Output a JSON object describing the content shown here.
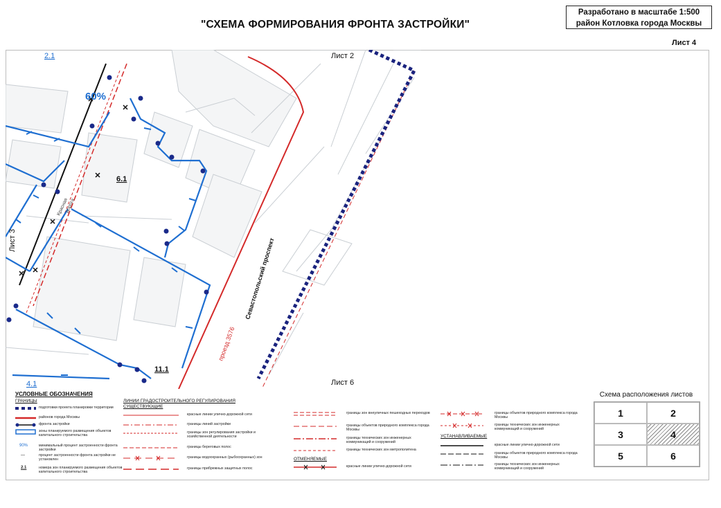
{
  "header": {
    "title": "\"СХЕМА ФОРМИРОВАНИЯ ФРОНТА ЗАСТРОЙКИ\"",
    "scale_line1": "Разработано в масштабе 1:500",
    "scale_line2": "район Котловка города Москвы",
    "sheet": "Лист 4"
  },
  "map": {
    "neighbor_top": "Лист 2",
    "neighbor_left": "Лист 3",
    "neighbor_bottom": "Лист 6",
    "zone_a": "2.1",
    "zone_b": "6.1",
    "zone_c": "11.1",
    "zone_d": "4.1",
    "percent": "60%",
    "street": "Севастопольский проспект",
    "passage": "проезд 3576",
    "road_left": "Красная",
    "road_left2": "дорога",
    "colors": {
      "blue": "#1f6fd1",
      "red": "#d42a2a",
      "black": "#111111",
      "navy": "#1a237e",
      "base": "#c9ced3"
    }
  },
  "legend": {
    "title": "УСЛОВНЫЕ ОБОЗНАЧЕНИЯ",
    "borders_head": "ГРАНИЦЫ",
    "lines_head": "ЛИНИИ ГРАДОСТРОИТЕЛЬНОГО РЕГУЛИРОВАНИЯ",
    "existing_head": "СУЩЕСТВУЮЩИЕ",
    "established_head": "УСТАНАВЛИВАЕМЫЕ",
    "cancelled_head": "ОТМЕНЯЕМЫЕ",
    "col1": [
      "подготовки проекта планировки территории",
      "районов города Москвы",
      "фронта застройки",
      "зоны планируемого размещения объектов капитального строительства",
      "минимальный процент застроенности фронта застройки",
      "процент застроенности фронта застройки не установлен",
      "номера зон планируемого размещения объектов капитального строительства"
    ],
    "col1_sym_pct": "90%",
    "col1_sym_num": "2.1",
    "col2": [
      "красные линии улично-дорожной сети",
      "границы линий застройки",
      "границы зон регулирования застройки и хозяйственной деятельности",
      "границы береговых полос",
      "границы водоохранных (рыбоохранных) зон",
      "границы прибрежных защитных полос"
    ],
    "col3": [
      "границы зон внеуличных пешеходных переходов",
      "границы объектов природного комплекса города Москвы",
      "границы технических зон инженерных коммуникаций и сооружений",
      "границы технических зон метрополитена",
      "красные линии улично-дорожной сети"
    ],
    "col4": [
      "границы объектов природного комплекса города Москвы",
      "границы технических зон инженерных коммуникаций и сооружений",
      "красные линии улично-дорожной сети",
      "границы объектов природного комплекса города Москвы",
      "границы технических зон инженерных коммуникаций и сооружений"
    ]
  },
  "sheet_layout": {
    "title": "Схема расположения листов",
    "cells": [
      "1",
      "2",
      "3",
      "4",
      "5",
      "6"
    ],
    "active": "4"
  }
}
